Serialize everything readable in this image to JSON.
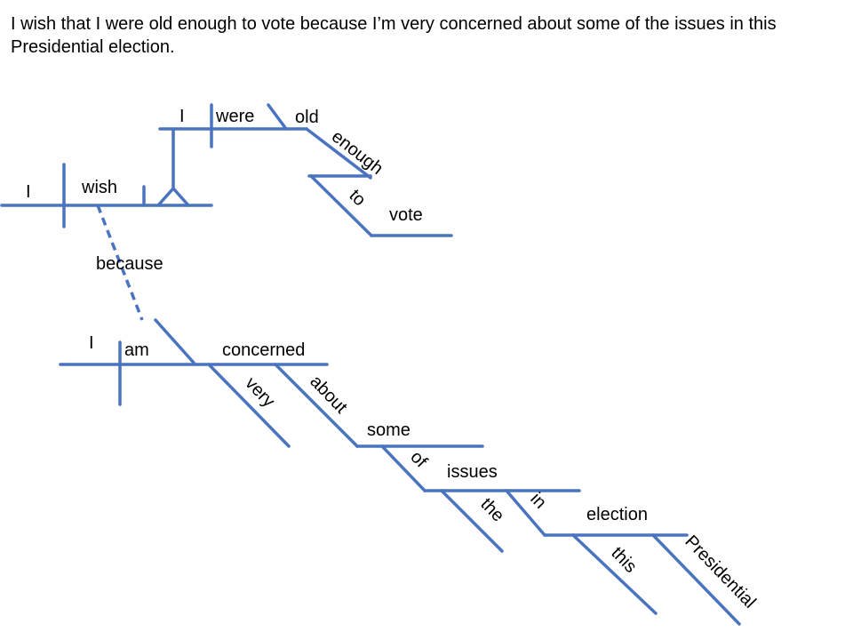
{
  "sentence": "I wish that I were old enough to vote because I’m very concerned about some of the issues in this Presidential election.",
  "words": {
    "main_subject": "I",
    "main_verb": "wish",
    "clause_subject": "I",
    "clause_verb": "were",
    "clause_complement": "old",
    "enough": "enough",
    "to": "to",
    "vote": "vote",
    "because": "because",
    "sub_subject": "I",
    "sub_verb": "am",
    "concerned": "concerned",
    "very": "very",
    "about": "about",
    "some": "some",
    "of": "of",
    "issues": "issues",
    "the": "the",
    "in": "in",
    "election": "election",
    "this": "this",
    "presidential": "Presidential"
  },
  "colors": {
    "line": "#4a74c0",
    "text": "#000000"
  }
}
